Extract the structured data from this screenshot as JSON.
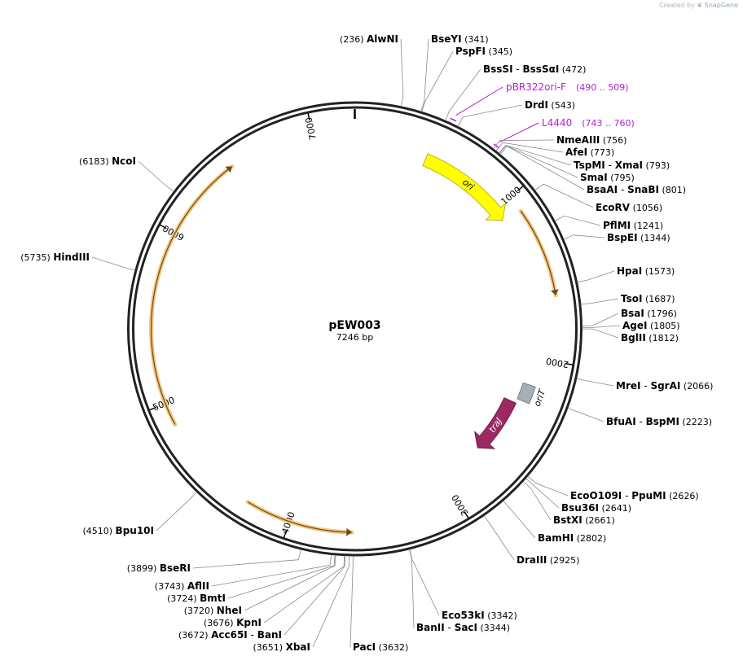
{
  "credit": {
    "prefix": "Created by",
    "brand": "SnapGene"
  },
  "plasmid": {
    "name": "pEW003",
    "length_label": "7246 bp",
    "length": 7246
  },
  "ticks": [
    {
      "pos": 1000,
      "label": "1000"
    },
    {
      "pos": 2000,
      "label": "2000"
    },
    {
      "pos": 3000,
      "label": "3000"
    },
    {
      "pos": 4000,
      "label": "4000"
    },
    {
      "pos": 5000,
      "label": "5000"
    },
    {
      "pos": 6000,
      "label": "6000"
    },
    {
      "pos": 7000,
      "label": "7000"
    }
  ],
  "features": [
    {
      "name": "ori",
      "start": 455,
      "end": 1080,
      "color": "#ffff00",
      "stroke": "#b5a400",
      "direction": "cw",
      "label": "ori"
    },
    {
      "name": "oriT",
      "start": 2170,
      "end": 2280,
      "color": "#a9aeb6",
      "stroke": "#6c7178",
      "direction": "none",
      "label": "oriT"
    },
    {
      "name": "traJ",
      "start": 2310,
      "end": 2700,
      "color": "#9b2a63",
      "stroke": "#5e1139",
      "direction": "cw",
      "label": "traJ"
    }
  ],
  "orfs": [
    {
      "start": 1100,
      "end": 1620,
      "direction": "cw"
    },
    {
      "start": 3640,
      "end": 4260,
      "direction": "ccw"
    },
    {
      "start": 4870,
      "end": 6500,
      "direction": "cw"
    }
  ],
  "sites": [
    {
      "name": "AlwNI",
      "pos": "236"
    },
    {
      "name": "BseYI",
      "pos": "341"
    },
    {
      "name": "PspFI",
      "pos": "345"
    },
    {
      "name": "BssSI",
      "name2": "BssSαI",
      "pos": "472"
    },
    {
      "name": "DrdI",
      "pos": "543"
    },
    {
      "name": "NmeAIII",
      "pos": "756"
    },
    {
      "name": "AfeI",
      "pos": "773"
    },
    {
      "name": "TspMI",
      "name2": "XmaI",
      "pos": "793"
    },
    {
      "name": "SmaI",
      "pos": "795"
    },
    {
      "name": "BsaAI",
      "name2": "SnaBI",
      "pos": "801"
    },
    {
      "name": "EcoRV",
      "pos": "1056"
    },
    {
      "name": "PflMI",
      "pos": "1241"
    },
    {
      "name": "BspEI",
      "pos": "1344"
    },
    {
      "name": "HpaI",
      "pos": "1573"
    },
    {
      "name": "TsoI",
      "pos": "1687"
    },
    {
      "name": "BsaI",
      "pos": "1796"
    },
    {
      "name": "AgeI",
      "pos": "1805"
    },
    {
      "name": "BglII",
      "pos": "1812"
    },
    {
      "name": "MreI",
      "name2": "SgrAI",
      "pos": "2066"
    },
    {
      "name": "BfuAI",
      "name2": "BspMI",
      "pos": "2223"
    },
    {
      "name": "EcoO109I",
      "name2": "PpuMI",
      "pos": "2626"
    },
    {
      "name": "Bsu36I",
      "pos": "2641"
    },
    {
      "name": "BstXI",
      "pos": "2661"
    },
    {
      "name": "BamHI",
      "pos": "2802"
    },
    {
      "name": "DraIII",
      "pos": "2925"
    },
    {
      "name": "Eco53kI",
      "pos": "3342"
    },
    {
      "name": "BanII",
      "name2": "SacI",
      "pos": "3344"
    },
    {
      "name": "PacI",
      "pos": "3632"
    },
    {
      "name": "XbaI",
      "pos": "3651"
    },
    {
      "name": "Acc65I",
      "name2": "BanI",
      "pos": "3672"
    },
    {
      "name": "KpnI",
      "pos": "3676"
    },
    {
      "name": "NheI",
      "pos": "3720"
    },
    {
      "name": "BmtI",
      "pos": "3724"
    },
    {
      "name": "AflII",
      "pos": "3743"
    },
    {
      "name": "BseRI",
      "pos": "3899"
    },
    {
      "name": "Bpu10I",
      "pos": "4510"
    },
    {
      "name": "HindIII",
      "pos": "5735"
    },
    {
      "name": "NcoI",
      "pos": "6183"
    }
  ],
  "primers": [
    {
      "name": "pBR322ori-F",
      "range": "(490 .. 509)",
      "start": 490,
      "end": 509
    },
    {
      "name": "L4440",
      "range": "(743 .. 760)",
      "start": 743,
      "end": 760
    }
  ]
}
